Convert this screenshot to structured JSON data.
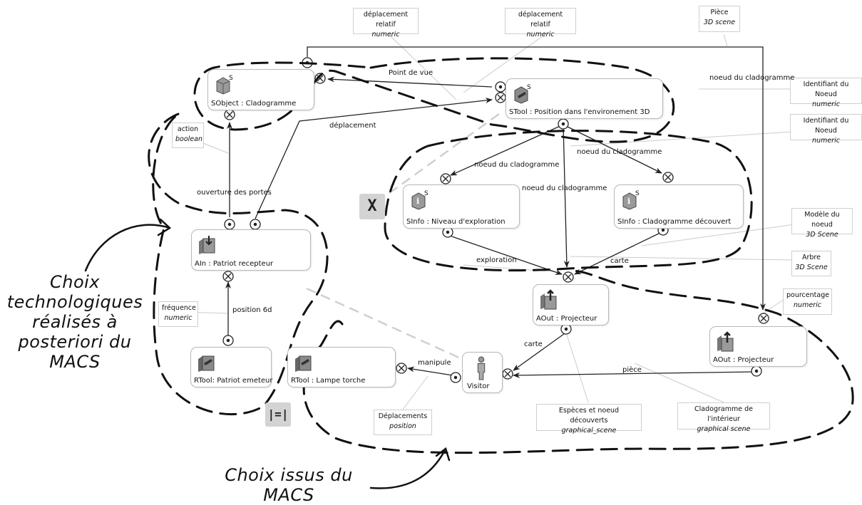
{
  "nodes": {
    "sobject": {
      "label": "SObject : Cladogramme",
      "badge": "S"
    },
    "stool_position": {
      "label": "STool : Position dans l'environement 3D",
      "badge": "S"
    },
    "sinfo_niveau": {
      "label": "SInfo : Niveau d'exploration",
      "badge": "S"
    },
    "sinfo_clado": {
      "label": "SInfo : Cladogramme découvert",
      "badge": "S"
    },
    "ain": {
      "label": "AIn : Patriot recepteur"
    },
    "aout1": {
      "label": "AOut : Projecteur"
    },
    "aout2": {
      "label": "AOut : Projecteur"
    },
    "rtool_patriot": {
      "label": "RTool: Patriot emeteur"
    },
    "rtool_lampe": {
      "label": "RTool : Lampe torche"
    },
    "visitor": {
      "label": "Visitor"
    }
  },
  "tags": {
    "dep_rel_1": {
      "name": "déplacement relatif",
      "type": "numeric"
    },
    "dep_rel_2": {
      "name": "déplacement relatif",
      "type": "numeric"
    },
    "piece": {
      "name": "Pièce",
      "type": "3D scene"
    },
    "id_noeud_1": {
      "name": "Identifiant du Noeud",
      "type": "numeric"
    },
    "id_noeud_2": {
      "name": "Identifiant du Noeud",
      "type": "numeric"
    },
    "action": {
      "name": "action",
      "type": "boolean"
    },
    "modele": {
      "name": "Modèle du noeud",
      "type": "3D Scene"
    },
    "arbre": {
      "name": "Arbre",
      "type": "3D Scene"
    },
    "pourcentage": {
      "name": "pourcentage",
      "type": "numeric"
    },
    "frequence": {
      "name": "fréquence",
      "type": "numeric"
    },
    "deplacements": {
      "name": "Déplacements",
      "type": "position"
    },
    "especes": {
      "name": "Espèces et noeud découverts",
      "type": "graphical_scene"
    },
    "clado_interieur": {
      "name": "Cladogramme de l'intérieur",
      "type": "graphical scene"
    }
  },
  "edge_labels": {
    "point_de_vue": "Point de vue",
    "deplacement": "déplacement",
    "noeud_clado_top": "noeud du cladogramme",
    "noeud_clado_left": "noeud du cladogramme",
    "noeud_clado_right": "noeud du cladogramme",
    "noeud_clado_mid": "noeud du cladogramme",
    "ouverture": "ouverture des portes",
    "exploration": "exploration",
    "carte_1": "carte",
    "carte_2": "carte",
    "position_6d": "position 6d",
    "manipule": "manipule",
    "piece_edge": "pièce"
  },
  "annotations": {
    "choix_tech": [
      "Choix",
      "technologiques",
      "réalisés à",
      "posteriori du",
      "MACS"
    ],
    "choix_issus": [
      "Choix issus du",
      "MACS"
    ]
  },
  "symbols": {
    "cross": "X",
    "bar": "|=|"
  }
}
